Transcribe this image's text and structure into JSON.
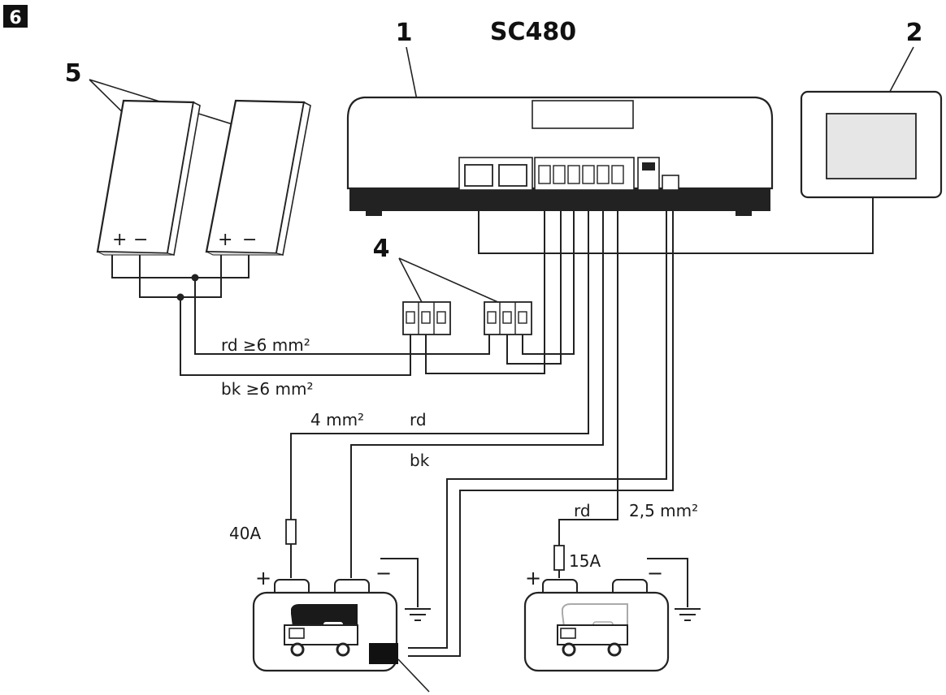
{
  "figure_number": "6",
  "device_model": "SC480",
  "callouts": {
    "controller": "1",
    "display": "2",
    "breakers": "4",
    "panels": "5"
  },
  "panel_polarity": {
    "plus": "+",
    "minus": "−"
  },
  "wires": {
    "panel_red": "rd  ≥6 mm²",
    "panel_black": "bk  ≥6 mm²",
    "main_gauge": "4 mm²",
    "main_red": "rd",
    "main_black": "bk",
    "aux_red": "rd",
    "aux_gauge": "2,5 mm²"
  },
  "fuses": {
    "main": "40A",
    "aux": "15A"
  },
  "battery_terminals": {
    "plus": "+",
    "minus": "−"
  }
}
